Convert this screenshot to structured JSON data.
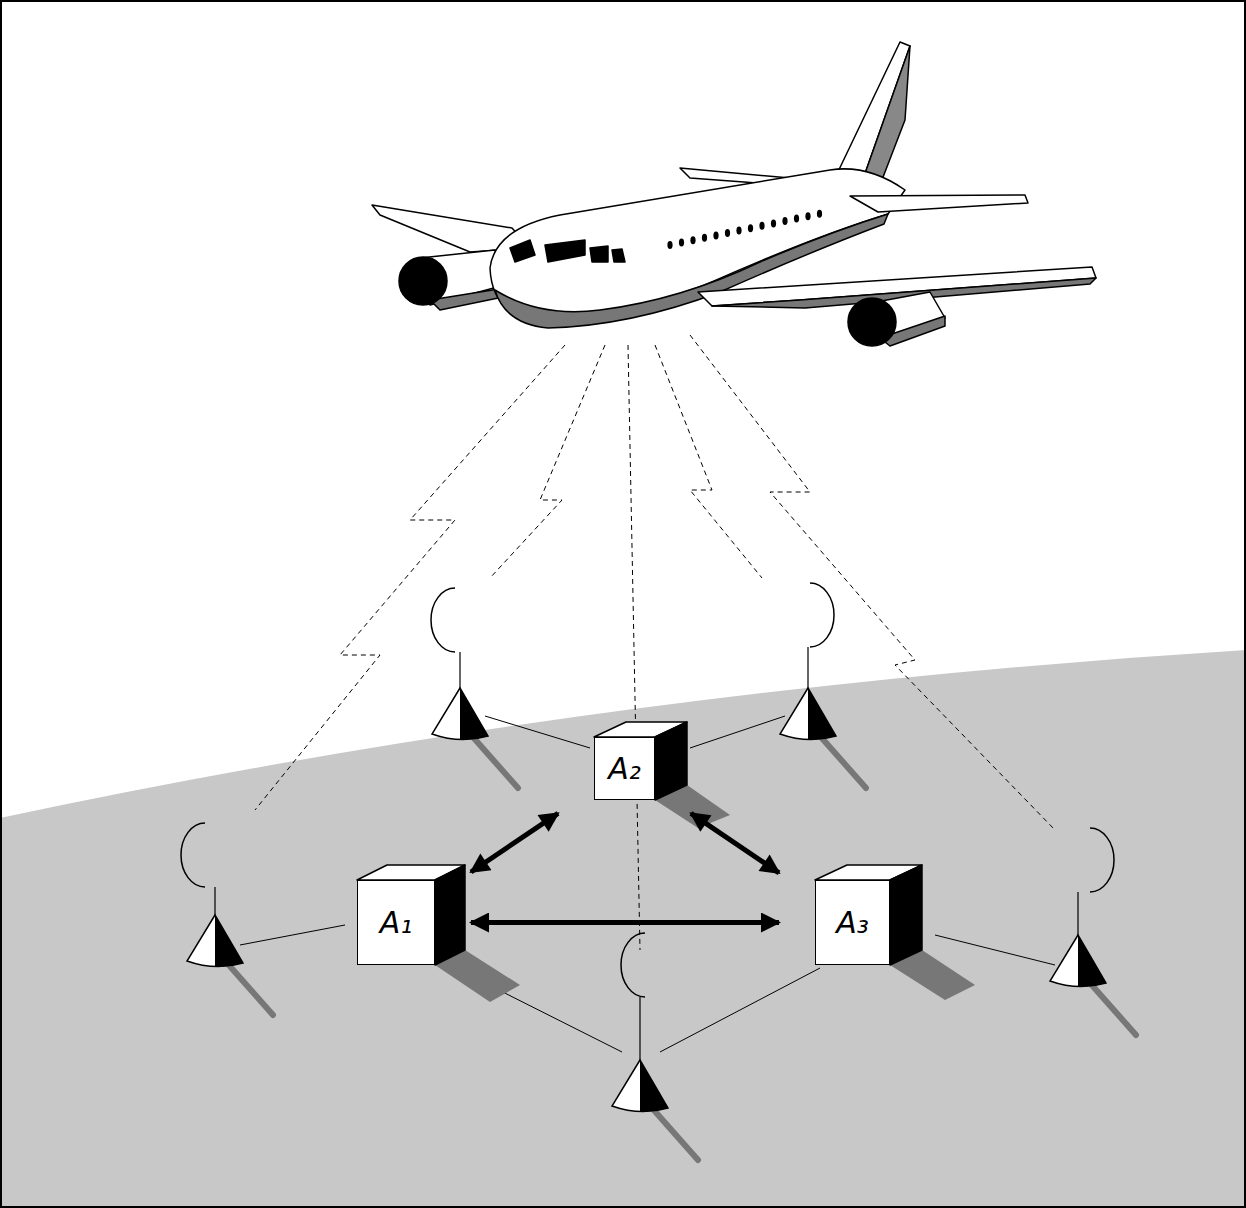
{
  "diagram": {
    "nodes": [
      {
        "text": [
          "A₁"
        ]
      },
      {
        "text": [
          "A₂"
        ]
      },
      {
        "text": [
          "A₃"
        ]
      }
    ],
    "edges": [
      {
        "from": 0,
        "to": 1,
        "arrow": "both"
      },
      {
        "from": 1,
        "to": 2,
        "arrow": "both"
      },
      {
        "from": 0,
        "to": 2,
        "arrow": "both"
      }
    ]
  }
}
